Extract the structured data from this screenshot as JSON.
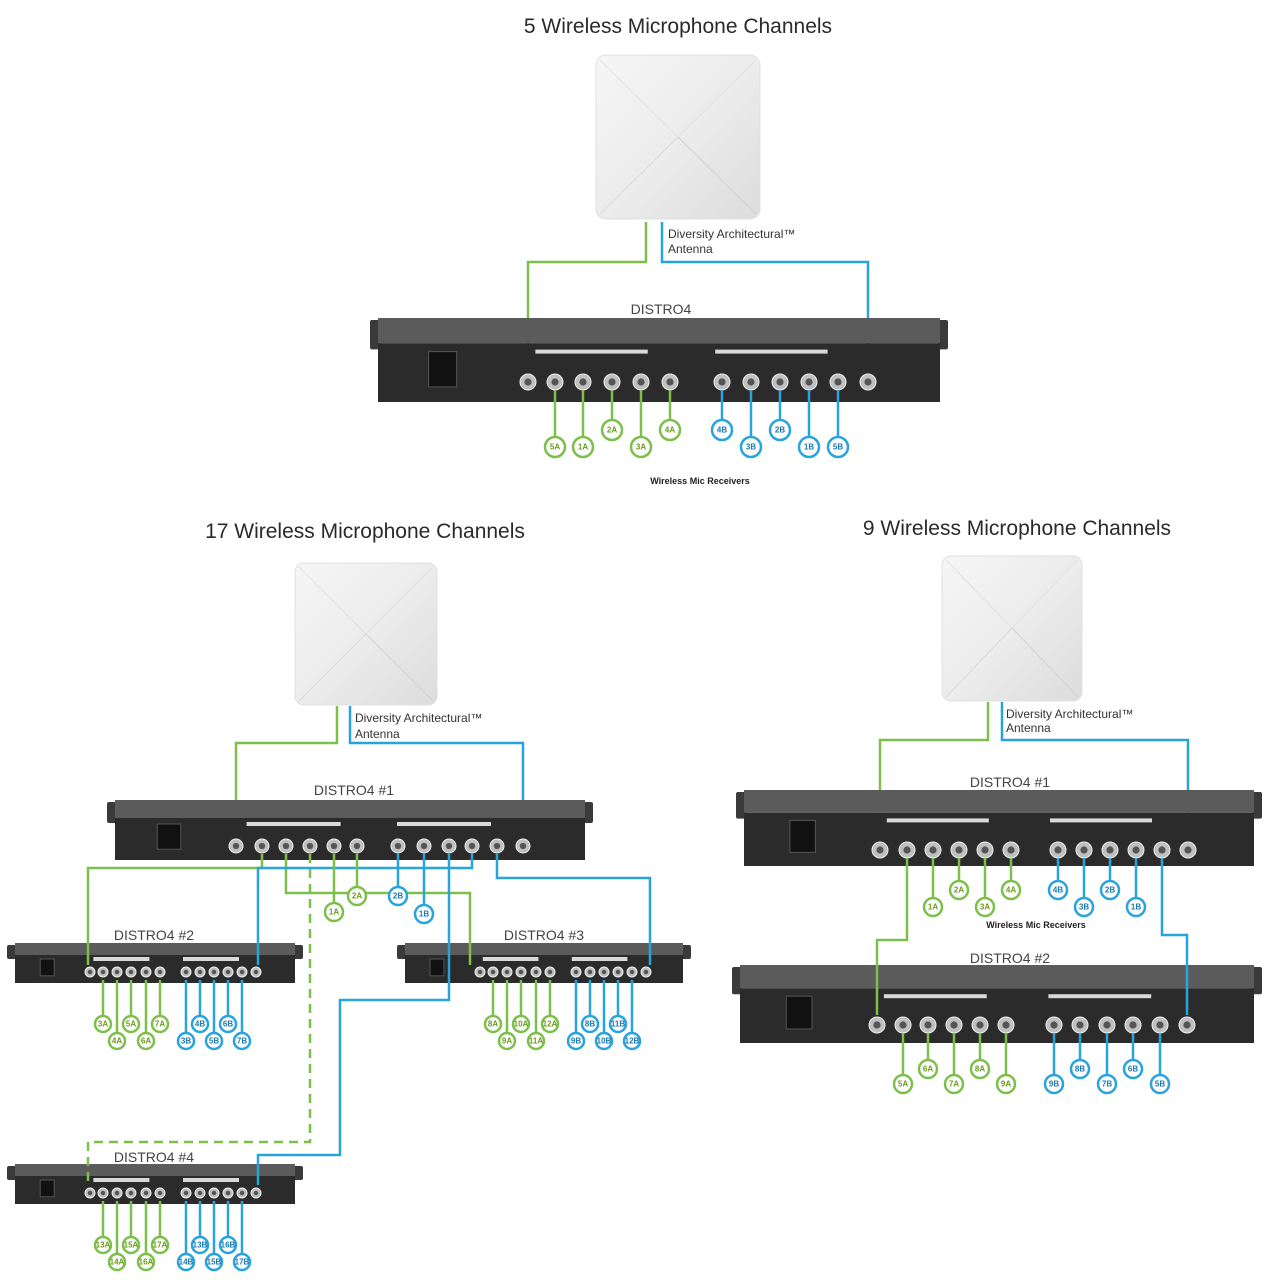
{
  "colors": {
    "green": "#7cc04b",
    "blue": "#29a3dc",
    "rack": "#2b2b2b",
    "antenna": "#eeeeee"
  },
  "sections": [
    {
      "title": "5 Wireless Microphone Channels",
      "antenna_label_1": "Diversity Architectural™",
      "antenna_label_2": "Antenna",
      "racks": [
        {
          "label": "DISTRO4"
        }
      ],
      "receivers_label": "Wireless Mic Receivers",
      "outputs": {
        "green": [
          "5A",
          "1A",
          "2A",
          "3A",
          "4A"
        ],
        "blue": [
          "4B",
          "3B",
          "2B",
          "1B",
          "5B"
        ]
      }
    },
    {
      "title": "17 Wireless Microphone Channels",
      "antenna_label_1": "Diversity Architectural™",
      "antenna_label_2": "Antenna",
      "racks": [
        {
          "label": "DISTRO4 #1"
        },
        {
          "label": "DISTRO4 #2"
        },
        {
          "label": "DISTRO4 #3"
        },
        {
          "label": "DISTRO4 #4"
        }
      ],
      "outputs": {
        "rack1": [
          "2A",
          "1A",
          "2B",
          "1B"
        ],
        "rack2": [
          "3A",
          "4A",
          "5A",
          "6A",
          "7A",
          "4B",
          "3B",
          "5B",
          "6B",
          "7B"
        ],
        "rack3": [
          "8A",
          "9A",
          "10A",
          "11A",
          "12A",
          "8B",
          "9B",
          "10B",
          "11B",
          "12B"
        ],
        "rack4": [
          "13A",
          "14A",
          "15A",
          "16A",
          "17A",
          "13B",
          "14B",
          "15B",
          "16B",
          "17B"
        ]
      }
    },
    {
      "title": "9 Wireless Microphone Channels",
      "antenna_label_1": "Diversity Architectural™",
      "antenna_label_2": "Antenna",
      "racks": [
        {
          "label": "DISTRO4 #1"
        },
        {
          "label": "DISTRO4 #2"
        }
      ],
      "receivers_label": "Wireless Mic Receivers",
      "outputs": {
        "rack1": [
          "1A",
          "2A",
          "3A",
          "4A",
          "4B",
          "3B",
          "2B",
          "1B"
        ],
        "rack2": [
          "5A",
          "6A",
          "7A",
          "8A",
          "9A",
          "9B",
          "8B",
          "7B",
          "6B",
          "5B"
        ]
      }
    }
  ]
}
